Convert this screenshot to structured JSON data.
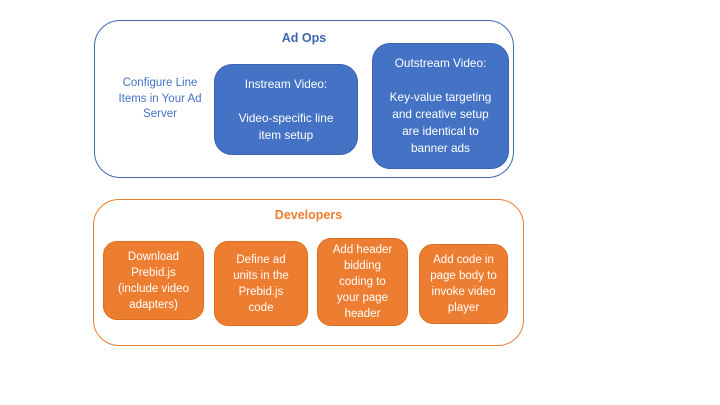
{
  "ad_ops": {
    "title": "Ad Ops",
    "side_note": "Configure Line Items in Your Ad Server",
    "instream": {
      "title": "Instream Video:",
      "body": "Video-specific line item setup"
    },
    "outstream": {
      "title": "Outstream Video:",
      "body": "Key-value targeting and creative setup are identical to banner ads"
    }
  },
  "developers": {
    "title": "Developers",
    "steps": [
      "Download Prebid.js (include video adapters)",
      "Define ad units in the Prebid.js code",
      "Add header bidding coding to your page header",
      "Add code in page body to invoke video player"
    ]
  },
  "colors": {
    "page_bg": "#ffffff",
    "blue_fill": "#4472c4",
    "blue_box_border": "#3a62ad",
    "blue_line": "#3e68b5",
    "blue_title": "#3c66b4",
    "blue_note": "#4472c4",
    "orange_fill": "#ed7d31",
    "orange_box_border": "#de6e1e",
    "orange_line": "#ed7d31",
    "orange_title": "#ed7d31",
    "text_on_fill": "#ffffff"
  }
}
